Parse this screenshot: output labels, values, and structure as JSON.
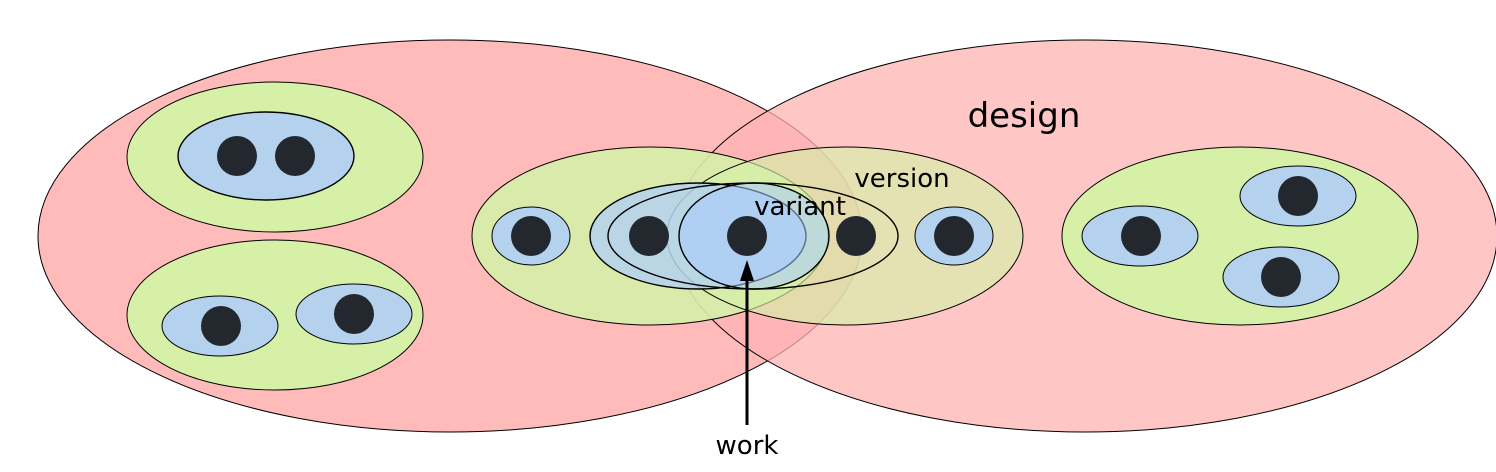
{
  "labels": {
    "design": "design",
    "version": "version",
    "variant": "variant",
    "work": "work"
  },
  "colors": {
    "design_fill": "#ffb3b3",
    "version_fill": "#d6f0a8",
    "variant_fill": "#b4d2ee",
    "variant_highlight": "#a8c8ff",
    "work_dot": "#23272e",
    "stroke": "#000000"
  }
}
